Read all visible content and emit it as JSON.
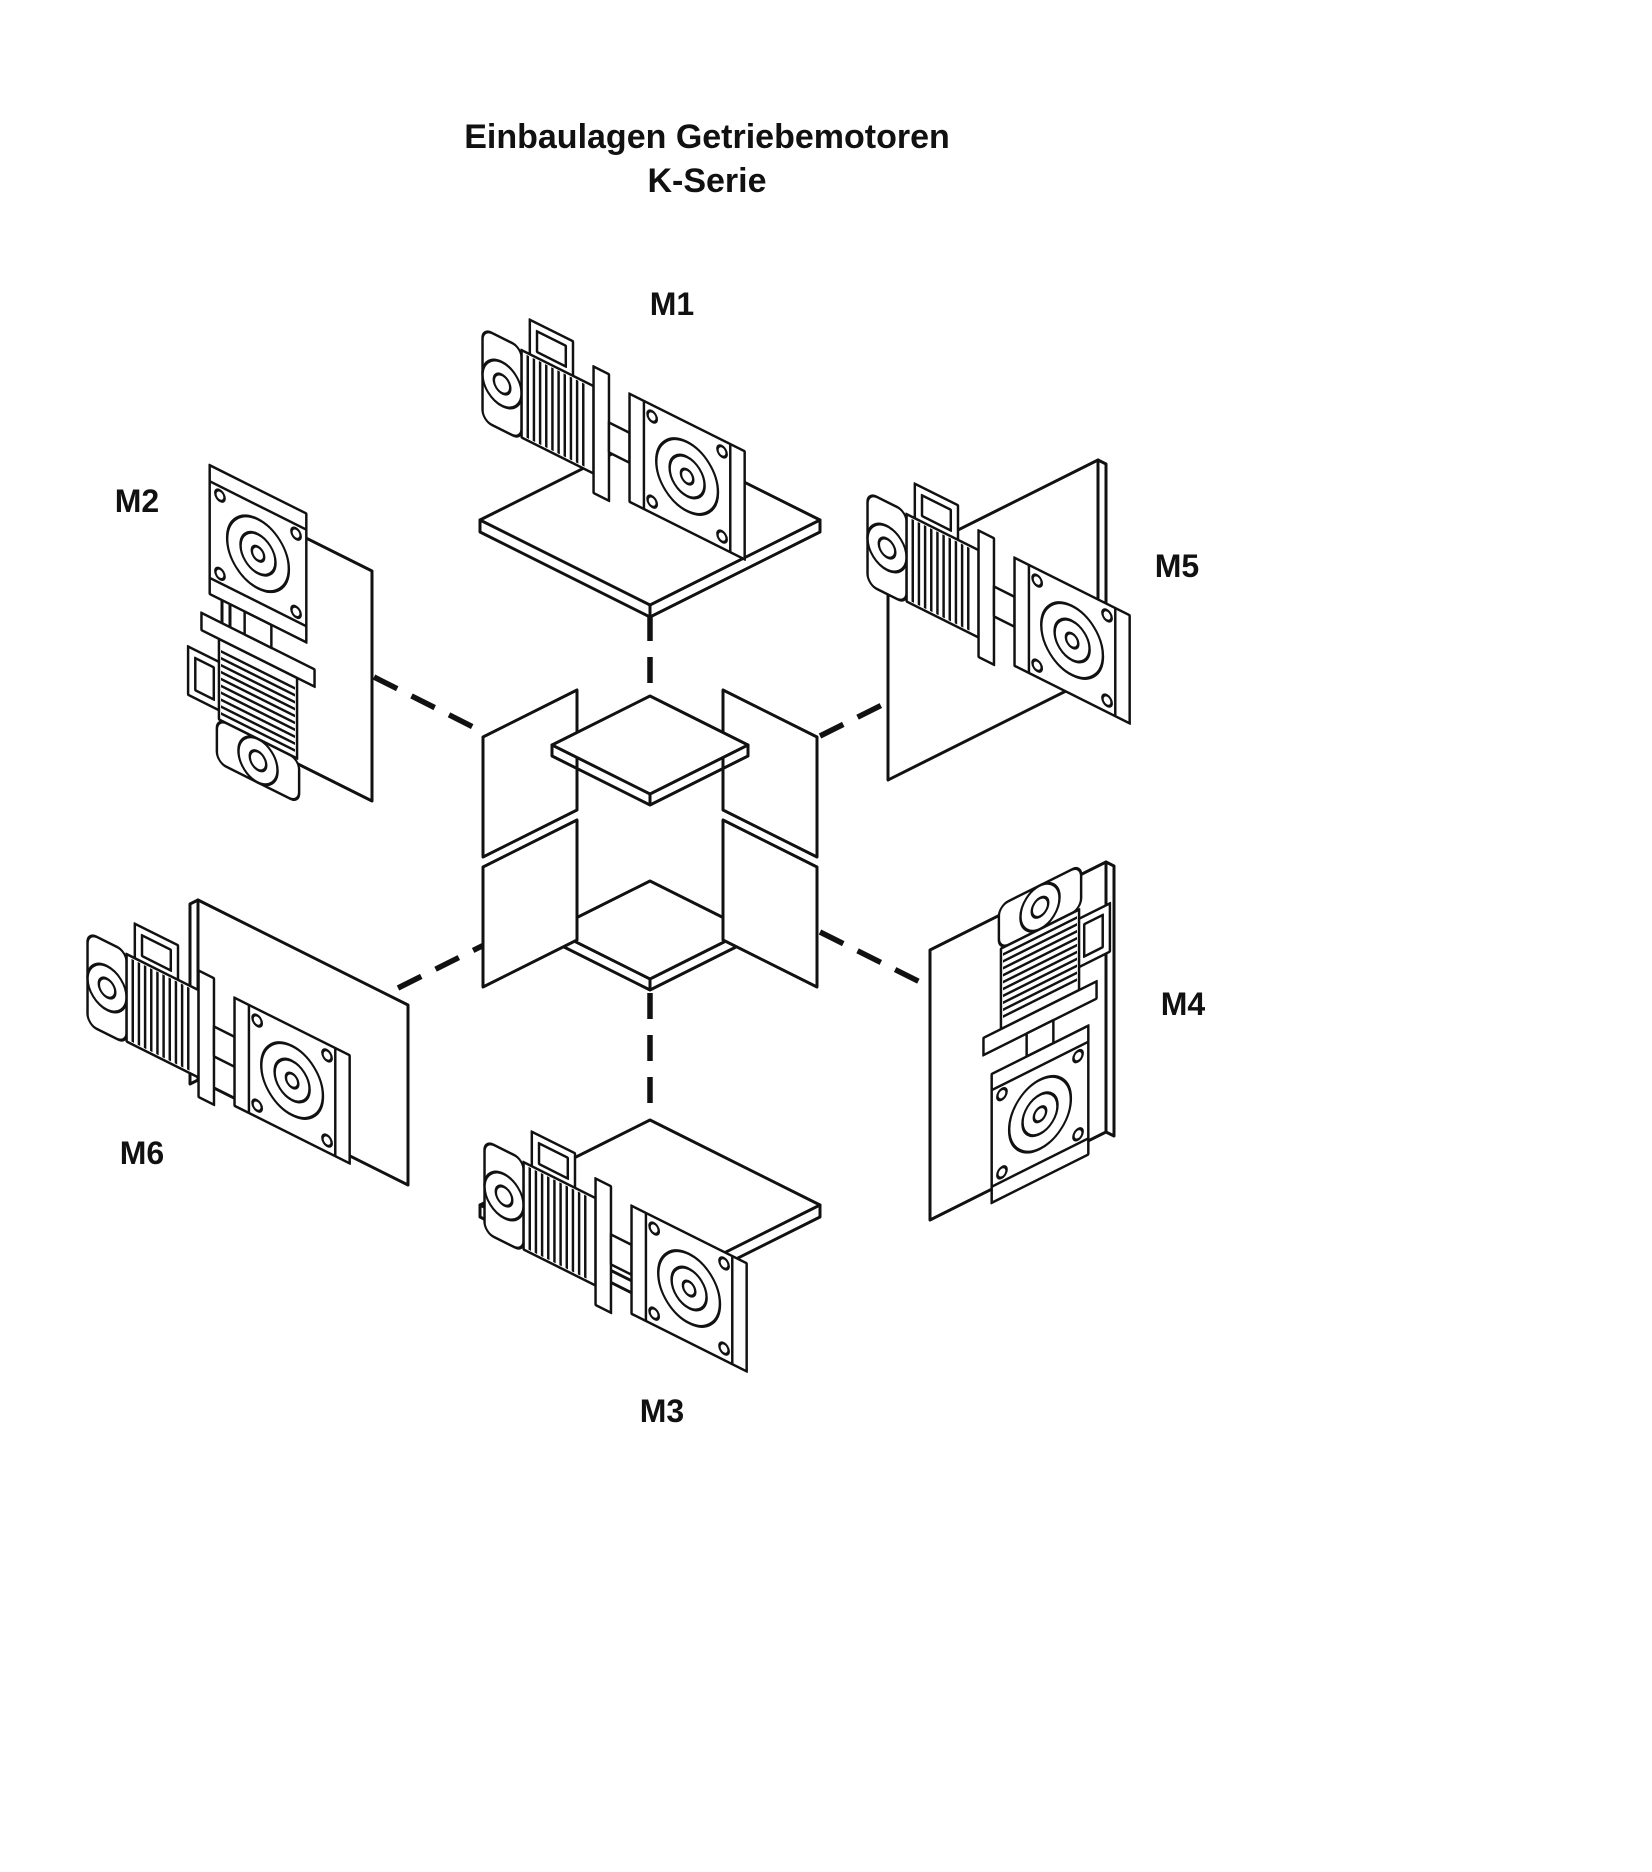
{
  "diagram": {
    "title_line1": "Einbaulagen Getriebemotoren",
    "title_line2": "K-Serie",
    "colors": {
      "line": "#111111",
      "background": "#ffffff"
    },
    "positions": [
      {
        "label": "M1",
        "orientation": "horizontal gearmotor on base plate, top of cube"
      },
      {
        "label": "M2",
        "orientation": "vertical gearmotor, motor downward, left wall mount (upper)"
      },
      {
        "label": "M3",
        "orientation": "horizontal gearmotor under ceiling plate, bottom of cube"
      },
      {
        "label": "M4",
        "orientation": "vertical gearmotor, motor upward, right wall mount (lower)"
      },
      {
        "label": "M5",
        "orientation": "horizontal gearmotor, right wall mount (upper)"
      },
      {
        "label": "M6",
        "orientation": "horizontal gearmotor, left wall mount (lower)"
      }
    ]
  }
}
